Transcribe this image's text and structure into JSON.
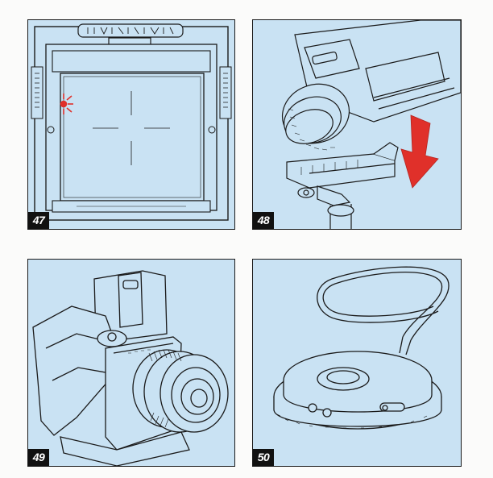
{
  "figures": [
    {
      "number": "47",
      "subject": "focusing-screen"
    },
    {
      "number": "48",
      "subject": "tripod-quick-coupling"
    },
    {
      "number": "49",
      "subject": "camera-with-prism-viewfinder"
    },
    {
      "number": "50",
      "subject": "cable-release"
    }
  ],
  "colors": {
    "panel_background": "#c9e2f3",
    "ink": "#1a1a1a",
    "accent_red": "#e0302a",
    "page": "#fbfbfa"
  }
}
